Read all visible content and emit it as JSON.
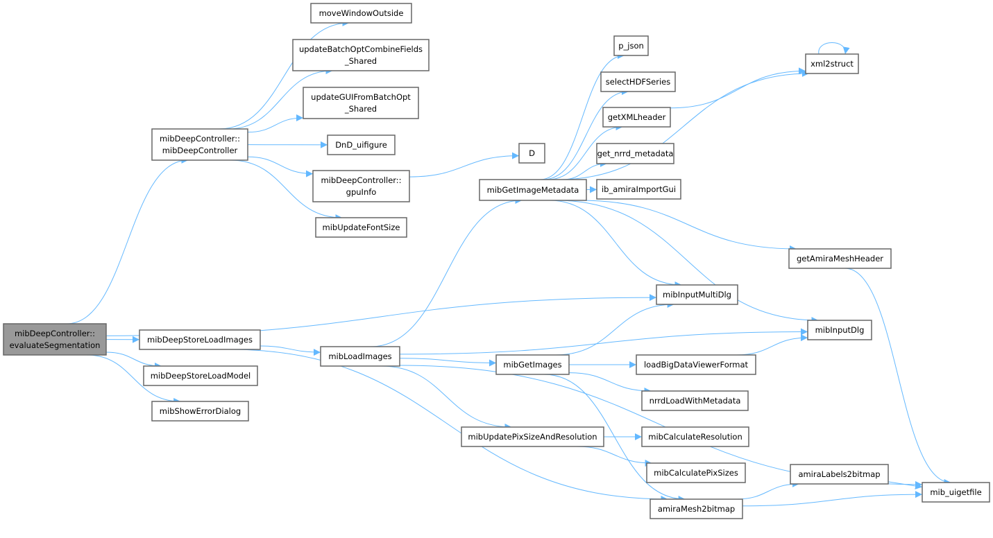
{
  "graph_title": "",
  "nodes": [
    {
      "id": "evaluateSegmentation",
      "lines": [
        "mibDeepController::",
        "evaluateSegmentation"
      ],
      "root": true
    },
    {
      "id": "mibDeepControllerCtor",
      "lines": [
        "mibDeepController::",
        "mibDeepController"
      ]
    },
    {
      "id": "moveWindowOutside",
      "lines": [
        "moveWindowOutside"
      ]
    },
    {
      "id": "updateBatchOptCombineFields",
      "lines": [
        "updateBatchOptCombineFields",
        "_Shared"
      ]
    },
    {
      "id": "updateGUIFromBatchOpt",
      "lines": [
        "updateGUIFromBatchOpt",
        "_Shared"
      ]
    },
    {
      "id": "DnD_uifigure",
      "lines": [
        "DnD_uifigure"
      ]
    },
    {
      "id": "gpuInfo",
      "lines": [
        "mibDeepController::",
        "gpuInfo"
      ]
    },
    {
      "id": "mibUpdateFontSize",
      "lines": [
        "mibUpdateFontSize"
      ]
    },
    {
      "id": "D",
      "lines": [
        "D"
      ]
    },
    {
      "id": "mibGetImageMetadata",
      "lines": [
        "mibGetImageMetadata"
      ]
    },
    {
      "id": "p_json",
      "lines": [
        "p_json"
      ]
    },
    {
      "id": "selectHDFSeries",
      "lines": [
        "selectHDFSeries"
      ]
    },
    {
      "id": "getXMLheader",
      "lines": [
        "getXMLheader"
      ]
    },
    {
      "id": "get_nrrd_metadata",
      "lines": [
        "get_nrrd_metadata"
      ]
    },
    {
      "id": "ib_amiraImportGui",
      "lines": [
        "ib_amiraImportGui"
      ]
    },
    {
      "id": "xml2struct",
      "lines": [
        "xml2struct"
      ]
    },
    {
      "id": "getAmiraMeshHeader",
      "lines": [
        "getAmiraMeshHeader"
      ]
    },
    {
      "id": "mibInputMultiDlg",
      "lines": [
        "mibInputMultiDlg"
      ]
    },
    {
      "id": "mibInputDlg",
      "lines": [
        "mibInputDlg"
      ]
    },
    {
      "id": "mibDeepStoreLoadImages",
      "lines": [
        "mibDeepStoreLoadImages"
      ]
    },
    {
      "id": "mibDeepStoreLoadModel",
      "lines": [
        "mibDeepStoreLoadModel"
      ]
    },
    {
      "id": "mibShowErrorDialog",
      "lines": [
        "mibShowErrorDialog"
      ]
    },
    {
      "id": "mibLoadImages",
      "lines": [
        "mibLoadImages"
      ]
    },
    {
      "id": "mibGetImages",
      "lines": [
        "mibGetImages"
      ]
    },
    {
      "id": "loadBigDataViewerFormat",
      "lines": [
        "loadBigDataViewerFormat"
      ]
    },
    {
      "id": "nrrdLoadWithMetadata",
      "lines": [
        "nrrdLoadWithMetadata"
      ]
    },
    {
      "id": "mibUpdatePixSizeAndResolution",
      "lines": [
        "mibUpdatePixSizeAndResolution"
      ]
    },
    {
      "id": "mibCalculateResolution",
      "lines": [
        "mibCalculateResolution"
      ]
    },
    {
      "id": "mibCalculatePixSizes",
      "lines": [
        "mibCalculatePixSizes"
      ]
    },
    {
      "id": "amiraLabels2bitmap",
      "lines": [
        "amiraLabels2bitmap"
      ]
    },
    {
      "id": "mib_uigetfile",
      "lines": [
        "mib_uigetfile"
      ]
    },
    {
      "id": "amiraMesh2bitmap",
      "lines": [
        "amiraMesh2bitmap"
      ]
    }
  ],
  "edges": [
    [
      "evaluateSegmentation",
      "mibDeepControllerCtor"
    ],
    [
      "evaluateSegmentation",
      "mibInputMultiDlg"
    ],
    [
      "evaluateSegmentation",
      "mibDeepStoreLoadImages"
    ],
    [
      "evaluateSegmentation",
      "mibDeepStoreLoadModel"
    ],
    [
      "evaluateSegmentation",
      "mibShowErrorDialog"
    ],
    [
      "mibDeepControllerCtor",
      "moveWindowOutside"
    ],
    [
      "mibDeepControllerCtor",
      "updateBatchOptCombineFields"
    ],
    [
      "mibDeepControllerCtor",
      "updateGUIFromBatchOpt"
    ],
    [
      "mibDeepControllerCtor",
      "DnD_uifigure"
    ],
    [
      "mibDeepControllerCtor",
      "gpuInfo"
    ],
    [
      "mibDeepControllerCtor",
      "mibUpdateFontSize"
    ],
    [
      "gpuInfo",
      "D"
    ],
    [
      "mibDeepStoreLoadImages",
      "mibLoadImages"
    ],
    [
      "mibDeepStoreLoadImages",
      "amiraMesh2bitmap"
    ],
    [
      "mibLoadImages",
      "mibGetImageMetadata"
    ],
    [
      "mibLoadImages",
      "mibInputDlg"
    ],
    [
      "mibLoadImages",
      "mibGetImages"
    ],
    [
      "mibLoadImages",
      "mibUpdatePixSizeAndResolution"
    ],
    [
      "mibLoadImages",
      "mib_uigetfile"
    ],
    [
      "mibGetImageMetadata",
      "xml2struct"
    ],
    [
      "mibGetImageMetadata",
      "p_json"
    ],
    [
      "mibGetImageMetadata",
      "selectHDFSeries"
    ],
    [
      "mibGetImageMetadata",
      "getXMLheader"
    ],
    [
      "mibGetImageMetadata",
      "get_nrrd_metadata"
    ],
    [
      "mibGetImageMetadata",
      "ib_amiraImportGui"
    ],
    [
      "mibGetImageMetadata",
      "getAmiraMeshHeader"
    ],
    [
      "mibGetImageMetadata",
      "mibInputMultiDlg"
    ],
    [
      "mibGetImageMetadata",
      "mibInputDlg"
    ],
    [
      "getXMLheader",
      "xml2struct"
    ],
    [
      "xml2struct",
      "xml2struct"
    ],
    [
      "getAmiraMeshHeader",
      "mib_uigetfile"
    ],
    [
      "mibGetImages",
      "mibInputMultiDlg"
    ],
    [
      "mibGetImages",
      "loadBigDataViewerFormat"
    ],
    [
      "mibGetImages",
      "nrrdLoadWithMetadata"
    ],
    [
      "mibGetImages",
      "amiraMesh2bitmap"
    ],
    [
      "loadBigDataViewerFormat",
      "mibInputDlg"
    ],
    [
      "mibUpdatePixSizeAndResolution",
      "mibCalculateResolution"
    ],
    [
      "mibUpdatePixSizeAndResolution",
      "mibCalculatePixSizes"
    ],
    [
      "amiraMesh2bitmap",
      "amiraLabels2bitmap"
    ],
    [
      "amiraMesh2bitmap",
      "mib_uigetfile"
    ],
    [
      "amiraLabels2bitmap",
      "mib_uigetfile"
    ]
  ],
  "colors": {
    "edge": "#63b8ff",
    "node_border": "#666666",
    "root_fill": "#999999"
  }
}
